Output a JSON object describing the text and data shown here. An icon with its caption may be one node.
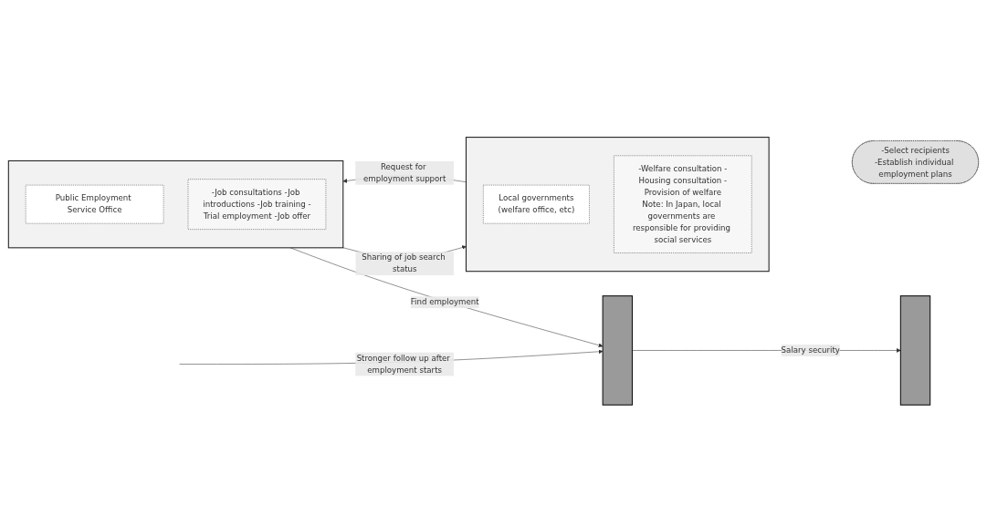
{
  "diagram": {
    "nodes": [
      {
        "text": [],
        "shape": "box"
      },
      {
        "text": [
          "Local governments",
          "(welfare office, etc)"
        ],
        "in": 0
      },
      {
        "text": [
          "-Welfare consultation -Housing consultation -Provision of welfare",
          "Note: In Japan, local governments are responsible for providing social services"
        ],
        "in": 0
      },
      {
        "text": [
          "-Select recipients",
          "-Establish individual employment plans"
        ]
      },
      {
        "text": [],
        "shape": "box"
      },
      {
        "text": [
          "Public Employment Service Office"
        ],
        "in": 4
      },
      {
        "text": [
          "-Job consultations -Job introductions -Job training -Trial employment -Job offer"
        ],
        "in": 4
      },
      {
        "text": [],
        "shape": "bar"
      },
      {
        "text": [],
        "shape": "bar"
      }
    ],
    "edges": [
      {
        "from": 0,
        "to": 4,
        "arrow": "to",
        "label": "Request for employment support"
      },
      {
        "from": 4,
        "to": 0,
        "arrow": "to",
        "label": "Sharing of job search status"
      },
      {
        "from": 4,
        "to": 7,
        "arrow": "to",
        "label": "Find employment"
      },
      {
        "from": 7,
        "to": 8,
        "arrow": "to",
        "label": "Salary security"
      },
      {
        "from": null,
        "to": 7,
        "arrow": "to",
        "label": "Stronger follow up after employment starts"
      }
    ]
  }
}
